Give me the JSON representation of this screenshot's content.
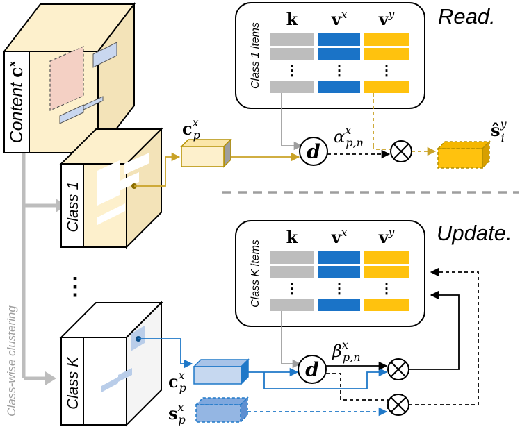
{
  "content_label": "Content",
  "content_symbol": "c",
  "content_symbol_sup": "x",
  "class_1_label": "Class 1",
  "class_k_label": "Class K",
  "class_ellipsis": "⋮",
  "clustering_label": "Class-wise clustering",
  "read": {
    "title": "Read.",
    "memory_label": "Class 1 items",
    "col_k": "k",
    "col_vx": "v",
    "col_vx_sup": "x",
    "col_vy": "v",
    "col_vy_sup": "y",
    "query": {
      "base": "c",
      "sup": "x",
      "sub": "p"
    },
    "distance": "d",
    "weight": {
      "base": "α",
      "sup": "x",
      "sub": "p,n"
    },
    "output": {
      "base": "ŝ",
      "sup": "y",
      "sub": "i"
    }
  },
  "update": {
    "title": "Update.",
    "memory_label": "Class K items",
    "col_k": "k",
    "col_vx": "v",
    "col_vx_sup": "x",
    "col_vy": "v",
    "col_vy_sup": "y",
    "query": {
      "base": "c",
      "sup": "x",
      "sub": "p"
    },
    "style": {
      "base": "s",
      "sup": "x",
      "sub": "p"
    },
    "distance": "d",
    "weight": {
      "base": "β",
      "sup": "x",
      "sub": "p,n"
    }
  },
  "colors": {
    "key_gray": "#bdbdbd",
    "vx_blue": "#1a73c7",
    "vy_yellow": "#ffc20e",
    "read_path": "#c9a227",
    "update_path": "#1f78c8",
    "panel_fill": "#fdf0cc",
    "class_k_patch": "#b9cde9"
  }
}
